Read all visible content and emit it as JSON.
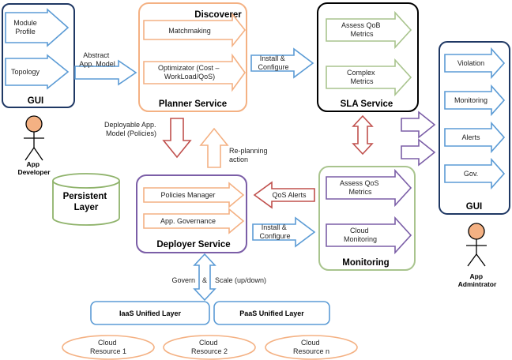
{
  "colors": {
    "navy": "#1f3864",
    "orange": "#f4b183",
    "orange_dark": "#e0965e",
    "black": "#000000",
    "green": "#a9c48e",
    "purple": "#7b5ea7",
    "blue_light": "#5b9bd5",
    "red": "#c0504d",
    "arrow_fill": "#ffffff"
  },
  "gui_dev": {
    "title": "GUI",
    "items": [
      {
        "text": "Module\nProfile"
      },
      {
        "text": "Topology"
      }
    ]
  },
  "app_developer": {
    "label": "App\nDeveloper"
  },
  "abstract_label": {
    "text": "Abstract\nApp. Model"
  },
  "planner": {
    "title": "Planner Service",
    "discoverer": "Discoverer",
    "items": [
      {
        "text": "Matchmaking"
      },
      {
        "text": "Optimizator (Cost –\nWorkLoad/QoS)"
      }
    ]
  },
  "install_top": {
    "text": "Install &\nConfigure"
  },
  "sla": {
    "title": "SLA Service",
    "items": [
      {
        "text": "Assess QoB\nMetrics"
      },
      {
        "text": "Complex\nMetrics"
      }
    ]
  },
  "gui_admin": {
    "title": "GUI",
    "items": [
      {
        "text": "Violation"
      },
      {
        "text": "Monitoring"
      },
      {
        "text": "Alerts"
      },
      {
        "text": "Gov."
      }
    ]
  },
  "app_admin": {
    "label": "App\nAdmintrator"
  },
  "deployable_label": {
    "text": "Deployable App.\nModel (Policies)"
  },
  "replanning_label": {
    "text": "Re-planning\naction"
  },
  "persistent": {
    "text": "Persistent\nLayer"
  },
  "deployer": {
    "title": "Deployer Service",
    "items": [
      {
        "text": "Policies Manager"
      },
      {
        "text": "App. Governance"
      }
    ]
  },
  "qos_alerts": {
    "text": "QoS Alerts"
  },
  "install_bottom": {
    "text": "Install &\nConfigure"
  },
  "monitoring": {
    "title": "Monitoring",
    "items": [
      {
        "text": "Assess QoS\nMetrics"
      },
      {
        "text": "Cloud\nMonitoring"
      }
    ]
  },
  "govern": {
    "left": "Govern",
    "amp": "&",
    "right": "Scale (up/down)"
  },
  "layers": [
    {
      "text": "IaaS Unified Layer"
    },
    {
      "text": "PaaS Unified Layer"
    }
  ],
  "resources": [
    {
      "text": "Cloud\nResource 1"
    },
    {
      "text": "Cloud\nResource 2"
    },
    {
      "text": "Cloud\nResource n"
    }
  ]
}
